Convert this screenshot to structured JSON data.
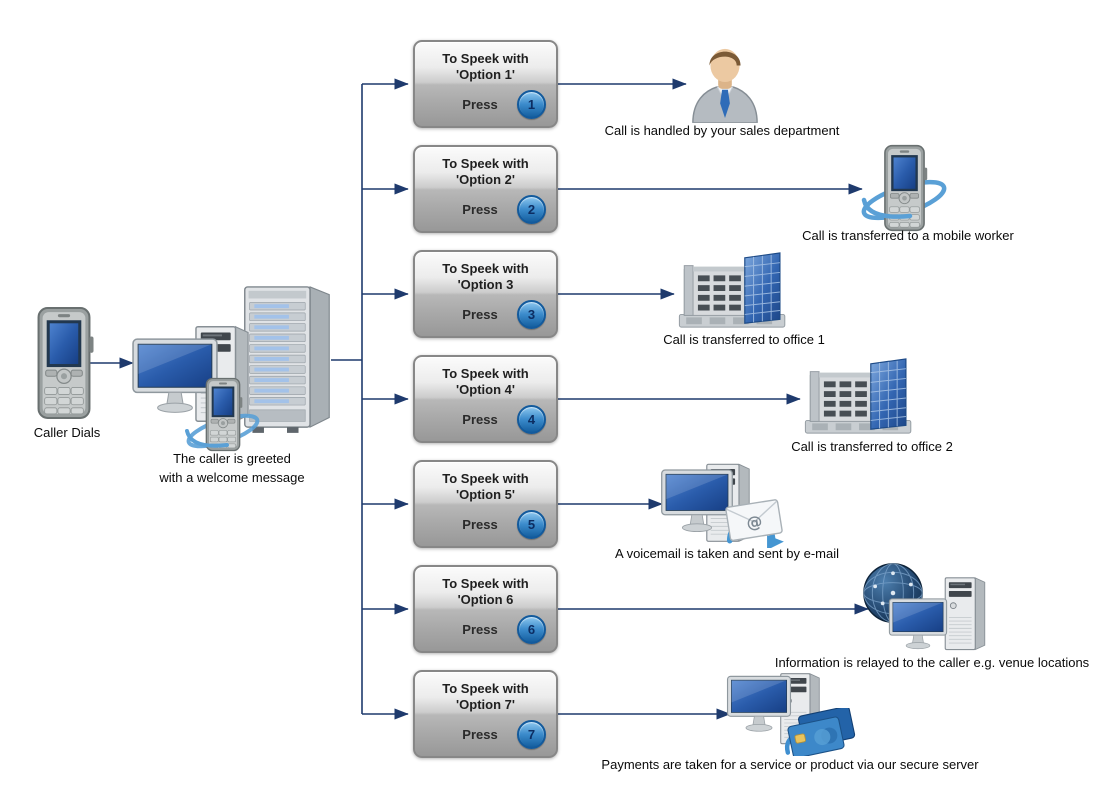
{
  "caller": {
    "caption": "Caller Dials",
    "icon": "mobile-phone-icon"
  },
  "greeting": {
    "caption_line1": "The caller is greeted",
    "caption_line2": "with a welcome message",
    "icon": "ivr-server-icon"
  },
  "options": [
    {
      "line1": "To Speek with",
      "line2": "'Option 1'",
      "press": "Press",
      "key": "1",
      "outcome": "Call is handled by your sales department",
      "icon": "sales-person-icon"
    },
    {
      "line1": "To Speek with",
      "line2": "'Option 2'",
      "press": "Press",
      "key": "2",
      "outcome": "Call is transferred to a mobile worker",
      "icon": "mobile-worker-phone-icon"
    },
    {
      "line1": "To Speek with",
      "line2": "'Option 3",
      "press": "Press",
      "key": "3",
      "outcome": "Call is transferred to office 1",
      "icon": "office-building-icon"
    },
    {
      "line1": "To Speek with",
      "line2": "'Option 4'",
      "press": "Press",
      "key": "4",
      "outcome": "Call is transferred to office 2",
      "icon": "office-building-icon"
    },
    {
      "line1": "To Speek with",
      "line2": "'Option 5'",
      "press": "Press",
      "key": "5",
      "outcome": "A voicemail is taken and sent by e-mail",
      "icon": "voicemail-email-icon"
    },
    {
      "line1": "To Speek with",
      "line2": "'Option 6",
      "press": "Press",
      "key": "6",
      "outcome": "Information is relayed to the caller e.g. venue locations",
      "icon": "globe-computer-icon"
    },
    {
      "line1": "To Speek with",
      "line2": "'Option 7'",
      "press": "Press",
      "key": "7",
      "outcome": "Payments are taken for a service or product via our secure server",
      "icon": "payment-computer-icon"
    }
  ],
  "colors": {
    "connector": "#1e3a6d",
    "box_border": "#878787",
    "badge_blue": "#1f74b8",
    "screen_blue": "#2a5cab",
    "text": "#0a0a0a"
  }
}
